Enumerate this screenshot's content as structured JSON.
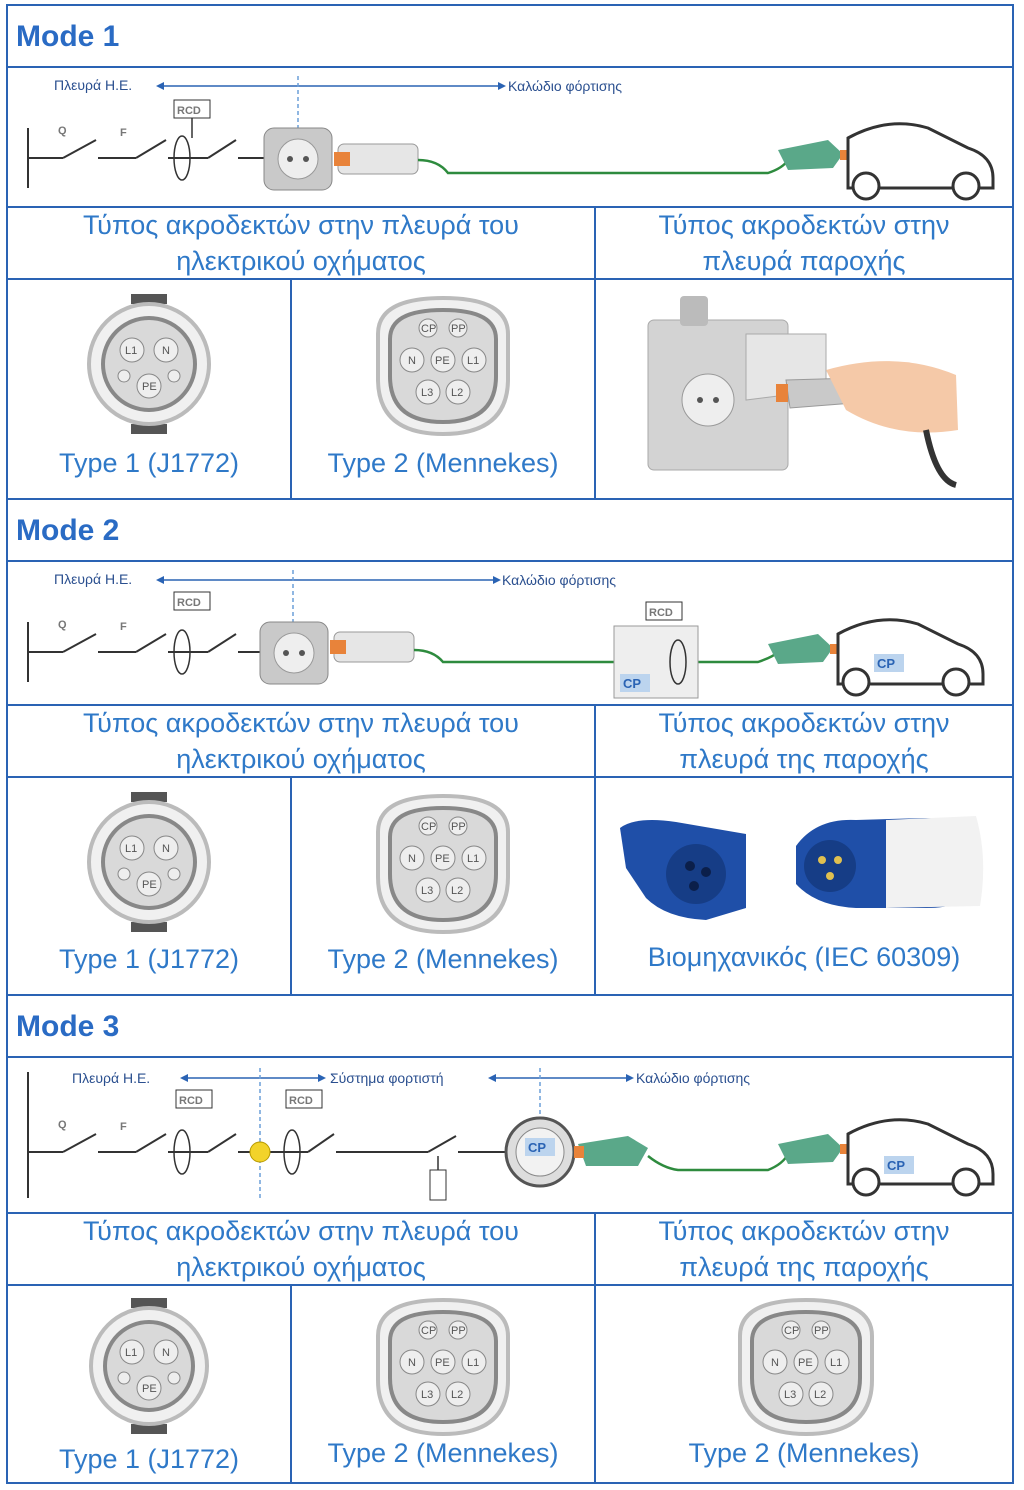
{
  "colors": {
    "border": "#2a63b4",
    "text_blue": "#2f79c8",
    "title_blue": "#2a6bc4",
    "cable_green": "#2e8b3e",
    "connector_green": "#5aa889"
  },
  "circuit_labels": {
    "q": "Q",
    "f": "F",
    "rcd": "RCD",
    "cp": "CP"
  },
  "pin_labels": {
    "type1": [
      "L1",
      "N",
      "PE"
    ],
    "type2": [
      "CP",
      "PP",
      "N",
      "PE",
      "L1",
      "L3",
      "L2"
    ]
  },
  "modes": [
    {
      "title": "Mode 1",
      "diagram": {
        "left_label": "Πλευρά Η.Ε.",
        "right_label": "Καλώδιο φόρτισης"
      },
      "header_vehicle": "Τύπος ακροδεκτών στην πλευρά του\nηλεκτρικού οχήματος",
      "header_supply": "Τύπος ακροδεκτών στην\nπλευρά παροχής",
      "connectors": [
        {
          "label": "Type 1 (J1772)",
          "icon": "type1-connector-icon"
        },
        {
          "label": "Type 2 (Mennekes)",
          "icon": "type2-connector-icon"
        },
        {
          "label": "",
          "icon": "household-socket-photo"
        }
      ]
    },
    {
      "title": "Mode 2",
      "diagram": {
        "left_label": "Πλευρά Η.Ε.",
        "right_label": "Καλώδιο φόρτισης"
      },
      "header_vehicle": "Τύπος ακροδεκτών στην πλευρά του\nηλεκτρικού οχήματος",
      "header_supply": "Τύπος ακροδεκτών στην\nπλευρά της παροχής",
      "connectors": [
        {
          "label": "Type 1 (J1772)",
          "icon": "type1-connector-icon"
        },
        {
          "label": "Type 2 (Mennekes)",
          "icon": "type2-connector-icon"
        },
        {
          "label": "Βιομηχανικός (IEC 60309)",
          "icon": "industrial-plug-icon"
        }
      ]
    },
    {
      "title": "Mode 3",
      "diagram": {
        "left_label": "Πλευρά Η.Ε.",
        "middle_label": "Σύστημα φορτιστή",
        "right_label": "Καλώδιο φόρτισης"
      },
      "header_vehicle": "Τύπος ακροδεκτών στην πλευρά του\nηλεκτρικού οχήματος",
      "header_supply": "Τύπος ακροδεκτών στην\nπλευρά της παροχής",
      "connectors": [
        {
          "label": "Type 1 (J1772)",
          "icon": "type1-connector-icon"
        },
        {
          "label": "Type 2 (Mennekes)",
          "icon": "type2-connector-icon"
        },
        {
          "label": "Type 2 (Mennekes)",
          "icon": "type2-connector-icon"
        }
      ]
    }
  ]
}
